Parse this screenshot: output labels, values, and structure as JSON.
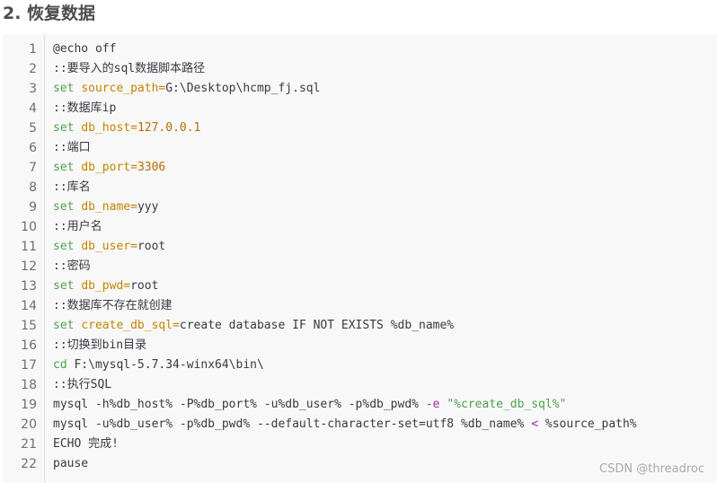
{
  "heading": "2. 恢复数据",
  "code": {
    "lines": [
      {
        "number": "1",
        "tokens": [
          {
            "t": "@echo off",
            "c": "plain"
          }
        ]
      },
      {
        "number": "2",
        "tokens": [
          {
            "t": "::要导入的sql数据脚本路径",
            "c": "plain"
          }
        ]
      },
      {
        "number": "3",
        "tokens": [
          {
            "t": "set ",
            "c": "kw"
          },
          {
            "t": "source_path=",
            "c": "var"
          },
          {
            "t": "G:\\Desktop\\hcmp_fj.sql",
            "c": "plain"
          }
        ]
      },
      {
        "number": "4",
        "tokens": [
          {
            "t": "::数据库ip",
            "c": "plain"
          }
        ]
      },
      {
        "number": "5",
        "tokens": [
          {
            "t": "set ",
            "c": "kw"
          },
          {
            "t": "db_host=",
            "c": "var"
          },
          {
            "t": "127.0.0.1",
            "c": "num"
          }
        ]
      },
      {
        "number": "6",
        "tokens": [
          {
            "t": "::端口",
            "c": "plain"
          }
        ]
      },
      {
        "number": "7",
        "tokens": [
          {
            "t": "set ",
            "c": "kw"
          },
          {
            "t": "db_port=",
            "c": "var"
          },
          {
            "t": "3306",
            "c": "num"
          }
        ]
      },
      {
        "number": "8",
        "tokens": [
          {
            "t": "::库名",
            "c": "plain"
          }
        ]
      },
      {
        "number": "9",
        "tokens": [
          {
            "t": "set ",
            "c": "kw"
          },
          {
            "t": "db_name=",
            "c": "var"
          },
          {
            "t": "yyy",
            "c": "plain"
          }
        ]
      },
      {
        "number": "10",
        "tokens": [
          {
            "t": "::用户名",
            "c": "plain"
          }
        ]
      },
      {
        "number": "11",
        "tokens": [
          {
            "t": "set ",
            "c": "kw"
          },
          {
            "t": "db_user=",
            "c": "var"
          },
          {
            "t": "root",
            "c": "plain"
          }
        ]
      },
      {
        "number": "12",
        "tokens": [
          {
            "t": "::密码",
            "c": "plain"
          }
        ]
      },
      {
        "number": "13",
        "tokens": [
          {
            "t": "set ",
            "c": "kw"
          },
          {
            "t": "db_pwd=",
            "c": "var"
          },
          {
            "t": "root",
            "c": "plain"
          }
        ]
      },
      {
        "number": "14",
        "tokens": [
          {
            "t": "::数据库不存在就创建",
            "c": "plain"
          }
        ]
      },
      {
        "number": "15",
        "tokens": [
          {
            "t": "set ",
            "c": "kw"
          },
          {
            "t": "create_db_sql=",
            "c": "var"
          },
          {
            "t": "create database IF NOT EXISTS %db_name%",
            "c": "plain"
          }
        ]
      },
      {
        "number": "16",
        "tokens": [
          {
            "t": "::切换到bin目录",
            "c": "plain"
          }
        ]
      },
      {
        "number": "17",
        "tokens": [
          {
            "t": "cd ",
            "c": "kw"
          },
          {
            "t": "F:\\mysql-5.7.34-winx64\\bin\\",
            "c": "plain"
          }
        ]
      },
      {
        "number": "18",
        "tokens": [
          {
            "t": "::执行SQL",
            "c": "plain"
          }
        ]
      },
      {
        "number": "19",
        "tokens": [
          {
            "t": "mysql -h%db_host% -P%db_port% -u%db_user% -p%db_pwd% ",
            "c": "plain"
          },
          {
            "t": "-e ",
            "c": "op"
          },
          {
            "t": "\"%create_db_sql%\"",
            "c": "str"
          }
        ]
      },
      {
        "number": "20",
        "tokens": [
          {
            "t": "mysql -u%db_user% -p%db_pwd% --default-character-set=utf8 %db_name% ",
            "c": "plain"
          },
          {
            "t": "< ",
            "c": "op"
          },
          {
            "t": "%source_path%",
            "c": "plain"
          }
        ]
      },
      {
        "number": "21",
        "tokens": [
          {
            "t": "ECHO 完成!",
            "c": "plain"
          }
        ]
      },
      {
        "number": "22",
        "tokens": [
          {
            "t": "pause",
            "c": "plain"
          }
        ]
      }
    ]
  },
  "watermark": "CSDN @threadroc",
  "colors": {
    "background": "#f8f8f8",
    "keyword": "#50a14f",
    "variable": "#c18401",
    "operator": "#a626a4",
    "number": "#b76b01"
  }
}
